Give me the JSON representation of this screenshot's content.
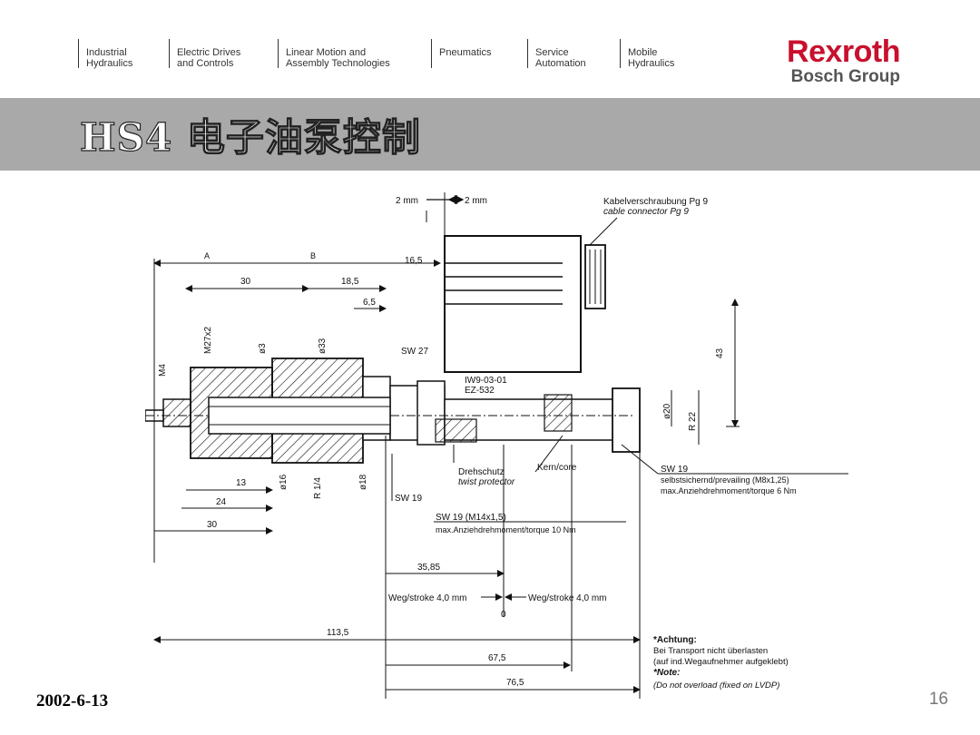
{
  "nav": {
    "items": [
      {
        "label": "Industrial\nHydraulics"
      },
      {
        "label": "Electric Drives\nand Controls"
      },
      {
        "label": "Linear Motion and\nAssembly Technologies"
      },
      {
        "label": "Pneumatics"
      },
      {
        "label": "Service\nAutomation"
      },
      {
        "label": "Mobile\nHydraulics"
      }
    ]
  },
  "brand": {
    "name": "Rexroth",
    "sub": "Bosch Group"
  },
  "slide": {
    "title": "HS4 电子油泵控制",
    "date": "2002-6-13",
    "page": "16"
  },
  "drawing": {
    "top_dims": {
      "left": "2 mm",
      "right": "2 mm"
    },
    "cable": {
      "line1": "Kabelverschraubung Pg 9",
      "line2": "cable connector Pg 9"
    },
    "dims_top": {
      "a": "A",
      "b": "B",
      "d165": "16,5",
      "d30": "30",
      "d185": "18,5",
      "d65": "6,5"
    },
    "dims_vertical": {
      "m4": "M4",
      "m27": "M27x2",
      "o3": "ø3",
      "o33": "ø33",
      "d43": "43",
      "o20": "ø20",
      "r22": "R 22"
    },
    "sw27": "SW 27",
    "part": {
      "line1": "IW9-03-01",
      "line2": "EZ-532"
    },
    "dims_bottom": {
      "d13": "13",
      "o16": "ø16",
      "r14": "R 1/4",
      "o18": "ø18",
      "d24": "24",
      "d30b": "30"
    },
    "drehschutz": {
      "line1": "Drehschutz",
      "line2": "twist protector"
    },
    "kern": "Kern/core",
    "sw19_left": "SW 19",
    "sw19_right": {
      "line1": "SW 19",
      "line2": "selbstsichernd/prevailing (M8x1,25)",
      "line3": "max.Anziehdrehmoment/torque 6 Nm"
    },
    "sw19_m14": {
      "line1": "SW 19 (M14x1,5)",
      "line2": "max.Anziehdrehmoment/torque 10 Nm"
    },
    "d3585": "35,85",
    "stroke": {
      "left": "Weg/stroke 4,0 mm",
      "right": "Weg/stroke 4,0 mm",
      "zero": "0"
    },
    "d1135": "113,5",
    "d675": "67,5",
    "d765": "76,5",
    "note": {
      "line1": "*Achtung:",
      "line2": "Bei Transport nicht überlasten",
      "line3": "(auf ind.Wegaufnehmer aufgeklebt)",
      "line4": "*Note:",
      "line5": "(Do not overload (fixed on LVDP)"
    }
  }
}
